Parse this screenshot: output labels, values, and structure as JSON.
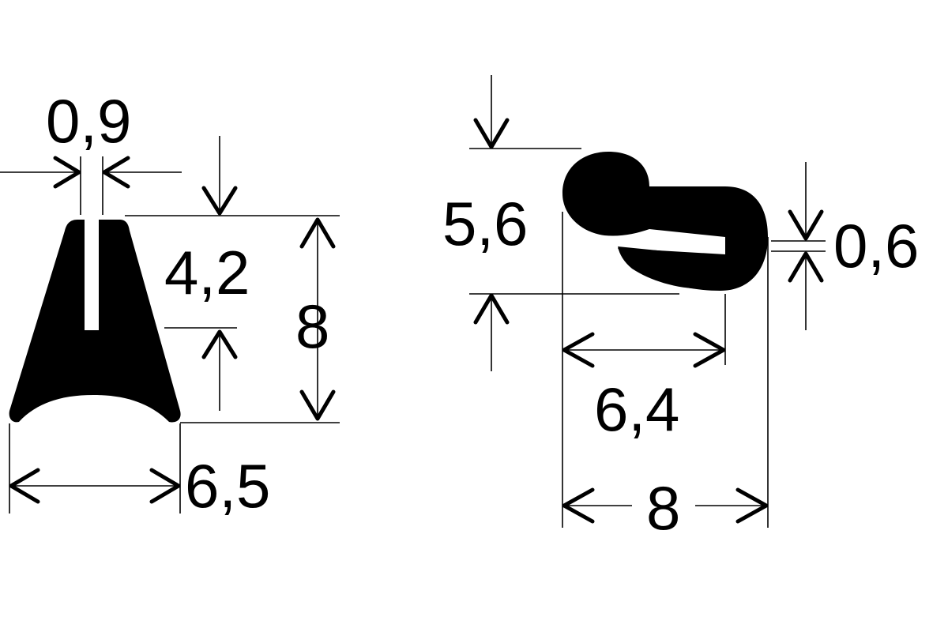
{
  "diagram": {
    "profile_a": {
      "dims": {
        "slot_width": "0,9",
        "slot_depth": "4,2",
        "height": "8",
        "base_width": "6,5"
      }
    },
    "profile_b": {
      "dims": {
        "height": "5,6",
        "slot_gap": "0,6",
        "inner_width": "6,4",
        "overall_width": "8"
      }
    },
    "colors": {
      "ink": "#000000",
      "background": "#ffffff"
    }
  }
}
